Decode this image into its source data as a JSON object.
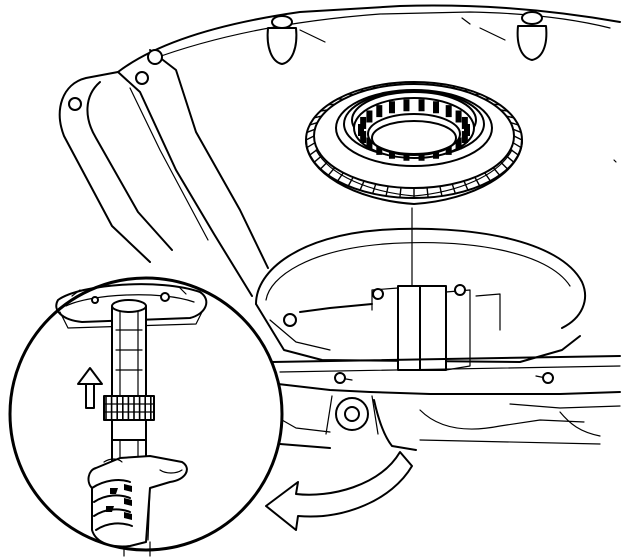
{
  "figure": {
    "kind": "technical-line-illustration",
    "colors": {
      "ink": "#000000",
      "paper": "#ffffff"
    },
    "parts": {
      "case": "transmission-case",
      "bearing": "thrust-bearing-ring",
      "inset": "detail-magnifier-circle",
      "shaft": "input-shaft",
      "hand": "hand",
      "pointer_arrow": "curved-arrow",
      "direction_arrow": "up-arrow"
    }
  }
}
